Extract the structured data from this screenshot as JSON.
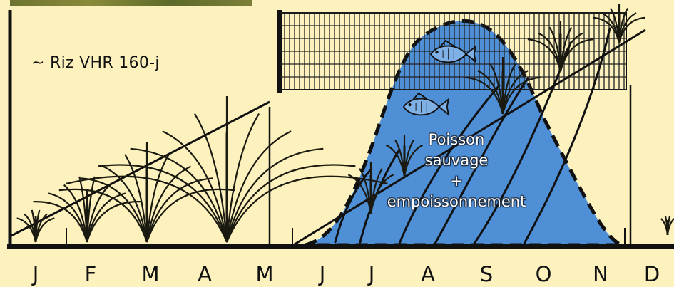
{
  "rice_variety_label": "~ Riz VHR 160-j",
  "fish_label": {
    "line1": "Poisson",
    "line2": "sauvage",
    "line3": "+",
    "line4": "empoissonnement"
  },
  "months": [
    "J",
    "F",
    "M",
    "A",
    "M",
    "J",
    "J",
    "A",
    "S",
    "O",
    "N",
    "D"
  ],
  "colors": {
    "background": "#fdf2be",
    "water": "#4f8fd6",
    "lines": "#111111",
    "rice": "#1a1a10"
  },
  "icons": [
    "rice-plant-icon",
    "fish-icon",
    "fence-net-icon"
  ]
}
